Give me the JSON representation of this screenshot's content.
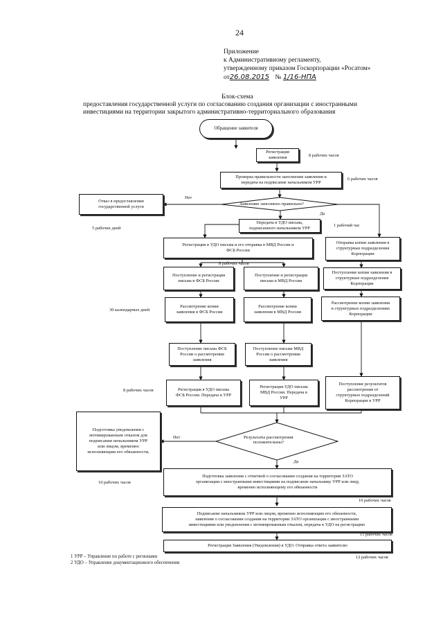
{
  "page_number": "24",
  "appendix": {
    "line1": "Приложение",
    "line2": "к Административному регламенту,",
    "line3": "утвержденному приказом Госкорпорации «Росатом»",
    "line4_prefix": "от",
    "date": "26.08.2015",
    "number_prefix": "№",
    "number": "1/16-НПА"
  },
  "heading": {
    "title": "Блок-схема",
    "line1": "предоставления государственной услуги по согласованию создания организации с иностранными",
    "line2": "инвестициями на территории закрытого административно-территориального образования"
  },
  "nodes": {
    "start": "Обращение заявителя",
    "registration": "Регистрация\nзаявления",
    "check": "Проверка правильности заполнения заявления и\nпередача на подписание начальником УРР",
    "decision1": "Заявление заполнено правильно?",
    "refusal": "Отказ в предоставлении\nгосударственной услуги",
    "transfer_udo": "Передача в УДО письма,\nподписанного начальником УРР",
    "send_copy": "Отправка копии заявления в\nструктурные подразделения\nКорпорации",
    "reg_udo_send": "Регистрация в УДО письма и его отправка в МВД России и\nФСБ России",
    "receipt_fsb": "Поступление и регистрация\nписьма в ФСБ России",
    "receipt_mvd": "Поступление и регистрация\nписьма в МВД России",
    "receipt_copy": "Поступление копии заявления в\nструктурные подразделения\nКорпорации",
    "review_fsb": "Рассмотрение копии\nзаявления в ФСБ России",
    "review_mvd": "Рассмотрение копии\nзаявления в МВД России",
    "review_corp": "Рассмотрение копии заявления\nв структурных подразделениях\nКорпорации",
    "letter_fsb": "Поступление письма ФСБ\nРоссии о рассмотрении\nзаявления",
    "letter_mvd": "Поступление письма МВД\nРоссии о рассмотрении\nзаявления",
    "reg_fsb_letter": "Регистрация в УДО письма\nФСБ России. Передача в УРР",
    "reg_mvd_letter": "Регистрация УДО письма\nМВД России. Передача в\nУРР",
    "results_corp": "Поступление результатов\nрассмотрения от\nструктурных подразделений\nКорпорации в УРР",
    "decision2": "Результаты рассмотрения\nположительны?",
    "notice_refusal": "Подготовка уведомления с\nмотивированным отказом для\nподписания начальником УРР\nили лицом, временно\nисполняющим его обязанности,",
    "prep_approval": "Подготовка заявления с отметкой о согласовании создания на территории ЗАТО\nорганизации с иностранными инвестициями на подписание начальнику УРР или лицу,\nвременно исполняющему его обязанности",
    "signing": "Подписание начальником УРР или лицом, временно исполняющим его обязанности,\nзаявления о согласовании создания на территории ЗАТО организации с иностранными\nинвестициями или уведомления с мотивированным отказом, передача в УДО на регистрацию",
    "final_reg": "Регистрация Заявления (Уведомления) в УДО. Отправка ответа заявителю"
  },
  "labels": {
    "t_8h_a": "8 рабочих часов",
    "t_6h": "6 рабочих часов",
    "no1": "Нет",
    "yes1": "Да",
    "t_5d": "5 рабочих дней",
    "t_1h": "1 рабочий час",
    "t_8h_b": "8 рабочих часов",
    "t_30d": "30 календарных дней",
    "t_8h_c": "8 рабочих часов",
    "no2": "Нет",
    "yes2": "Да",
    "t_10h_a": "10 рабочих часов",
    "t_10h_b": "10 рабочих часов",
    "t_15h": "15 рабочих часов",
    "t_12h": "12 рабочих часов"
  },
  "footnotes": {
    "f1": "1 УРР – Управление по работе с регионами",
    "f2": "2 УДО – Управление документационного обеспечения"
  }
}
